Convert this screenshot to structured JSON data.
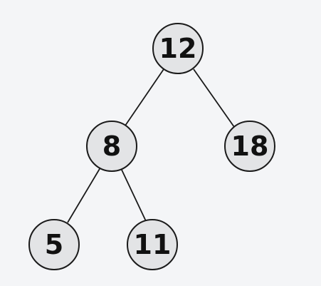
{
  "colors": {
    "background": "#f4f5f7",
    "node_fill": "#e3e4e6",
    "node_stroke": "#1a1a1a",
    "edge": "#1a1a1a",
    "text": "#111111"
  },
  "tree": {
    "root": {
      "label": "12"
    },
    "left": {
      "label": "8"
    },
    "right": {
      "label": "18"
    },
    "left_left": {
      "label": "5"
    },
    "left_right": {
      "label": "11"
    }
  }
}
